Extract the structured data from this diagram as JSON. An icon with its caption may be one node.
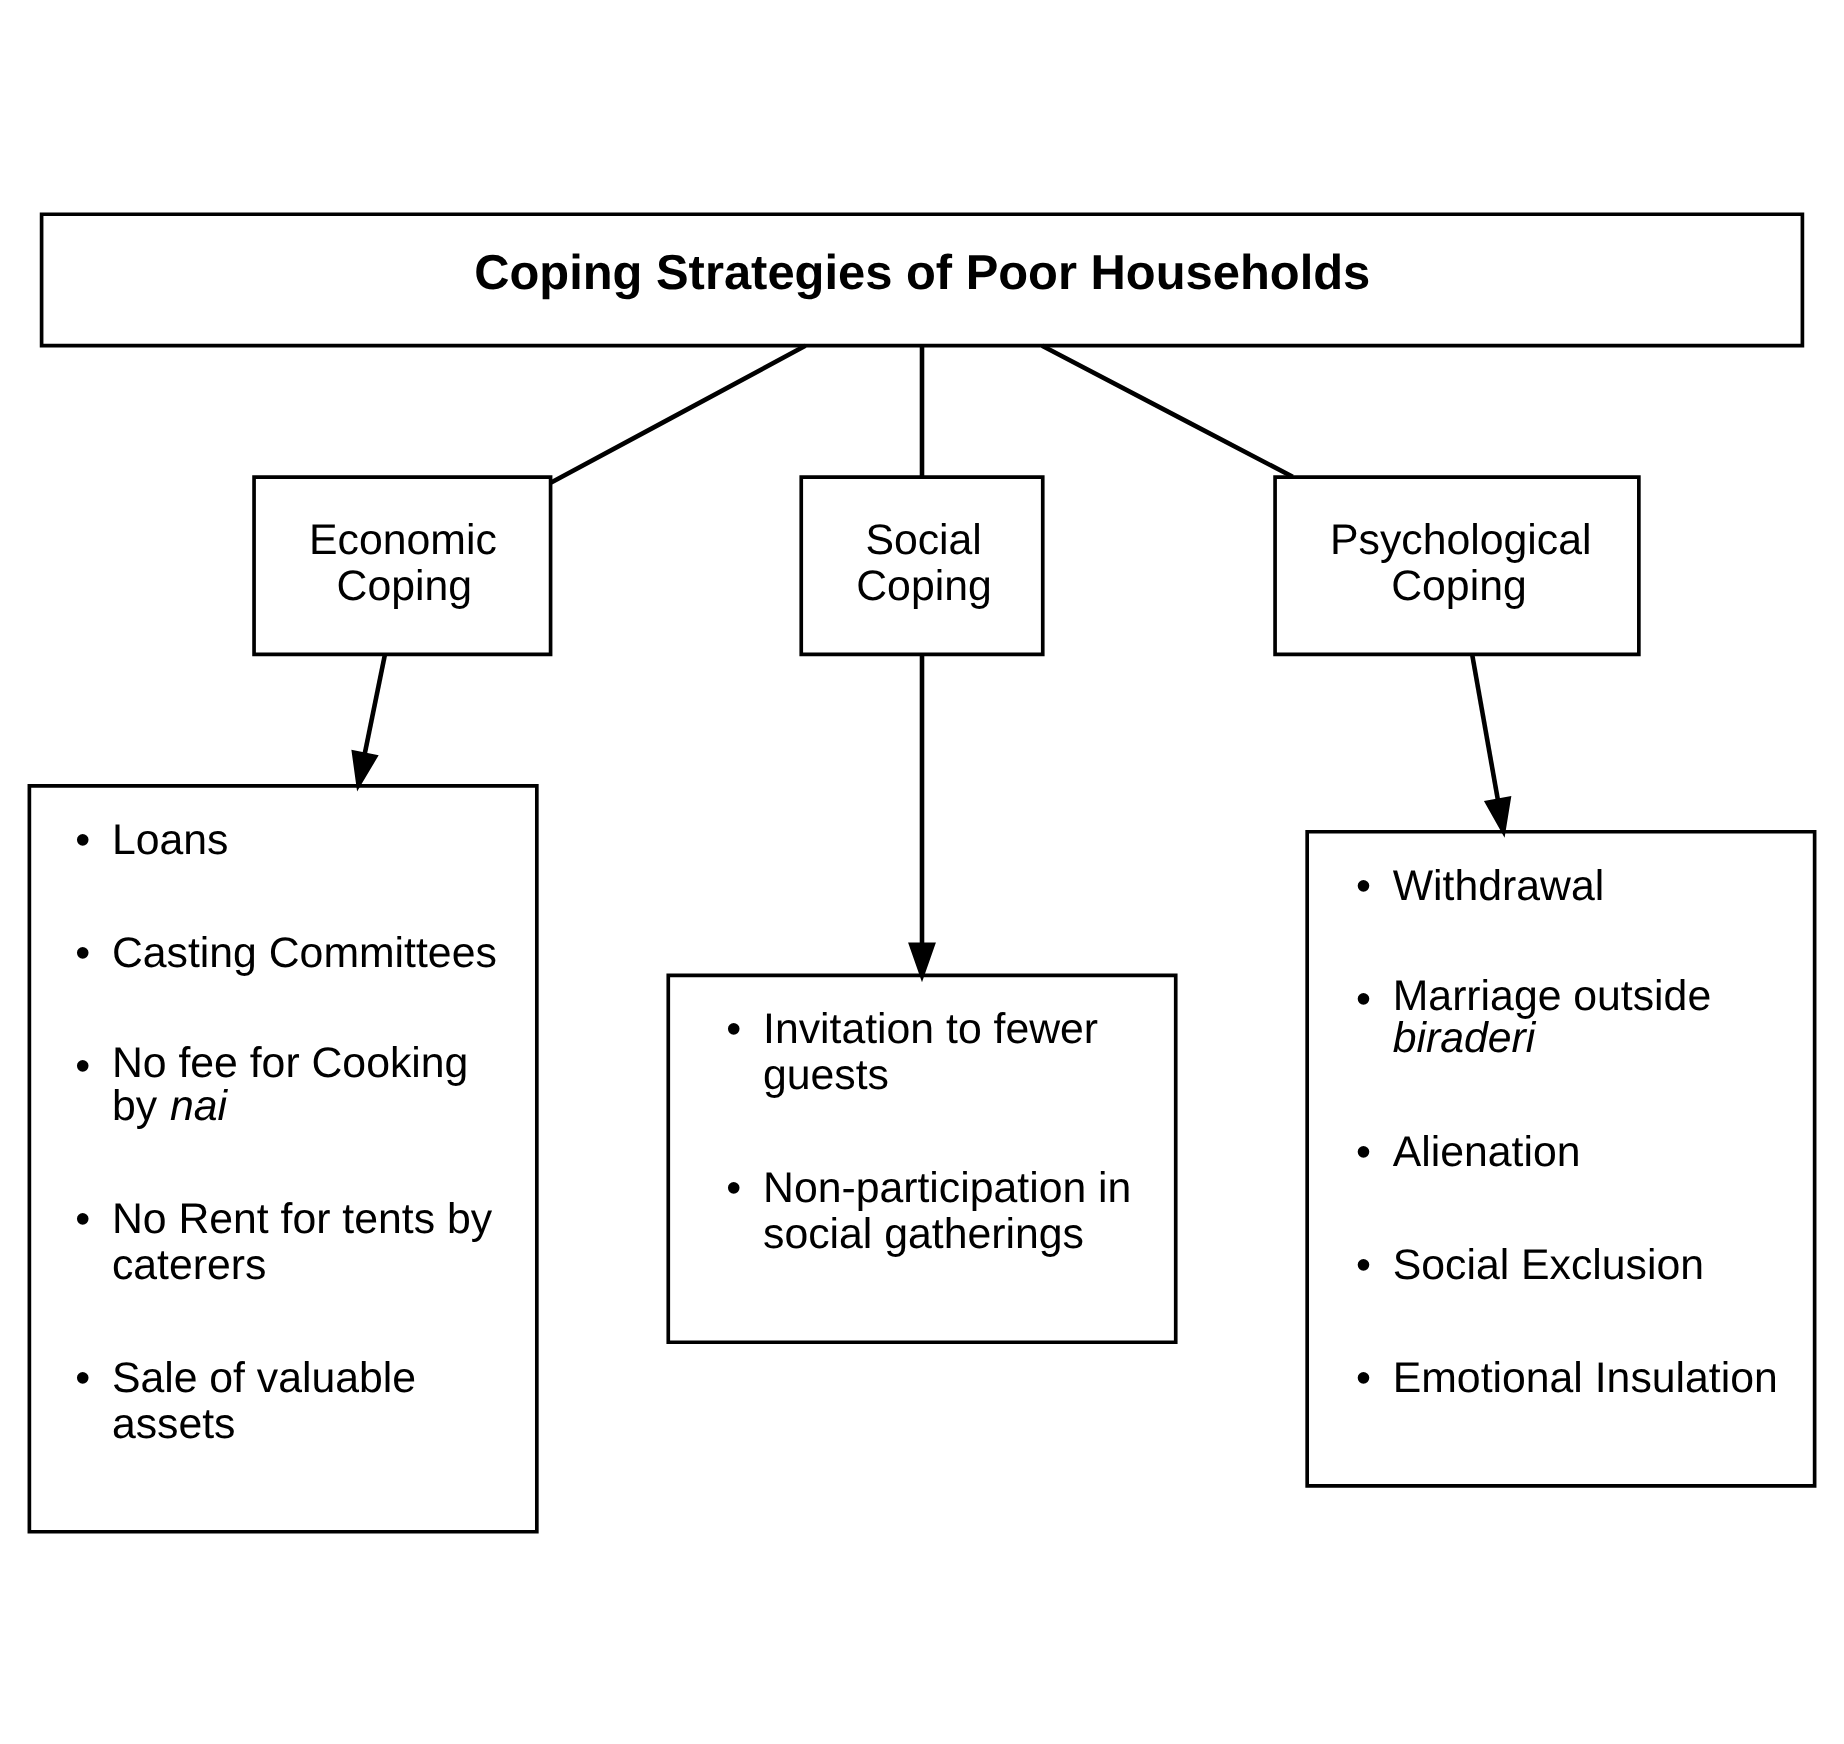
{
  "diagram": {
    "nodes": [
      {
        "text": [
          "Coping Strategies of Poor Households"
        ]
      },
      {
        "text": [
          "Economic Coping"
        ]
      },
      {
        "text": [
          "Social Coping"
        ]
      },
      {
        "text": [
          "Psychological Coping"
        ]
      },
      {
        "text": [
          "• Loans",
          "• Casting Committees",
          "• No fee for Cooking by *nai*",
          "• No Rent for tents by caterers",
          "• Sale of valuable assets"
        ]
      },
      {
        "text": [
          "• Invitation to fewer guests",
          "• Non-participation in social gatherings"
        ]
      },
      {
        "text": [
          "• Withdrawal",
          "• Marriage outside *biraderi*",
          "• Alienation",
          "• Social Exclusion",
          "• Emotional Insulation"
        ]
      }
    ],
    "edges": [
      {
        "from": 0,
        "to": 1,
        "arrow": "none"
      },
      {
        "from": 0,
        "to": 2,
        "arrow": "none"
      },
      {
        "from": 0,
        "to": 3,
        "arrow": "none"
      },
      {
        "from": 1,
        "to": 4,
        "arrow": "to"
      },
      {
        "from": 2,
        "to": 5,
        "arrow": "to"
      },
      {
        "from": 3,
        "to": 6,
        "arrow": "to"
      }
    ]
  }
}
